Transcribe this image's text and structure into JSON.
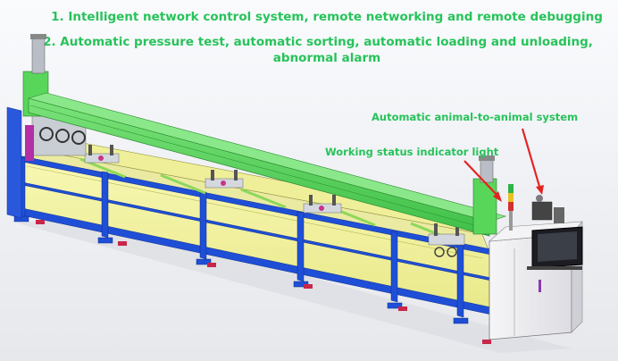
{
  "headline": {
    "line1": "1. Intelligent network control system, remote networking and remote debugging",
    "line2": "2. Automatic pressure test, automatic sorting, automatic loading and unloading,",
    "line3": "abnormal alarm"
  },
  "callouts": {
    "animal_system": "Automatic animal-to-animal system",
    "indicator_light": "Working status indicator light"
  },
  "colors": {
    "text_green": "#27c35a",
    "frame_blue": "#1f4fd6",
    "panel_yellow": "#f2f29a",
    "rail_green": "#58d65a",
    "arrow_red": "#e52222",
    "cabinet": "#efeff2"
  }
}
